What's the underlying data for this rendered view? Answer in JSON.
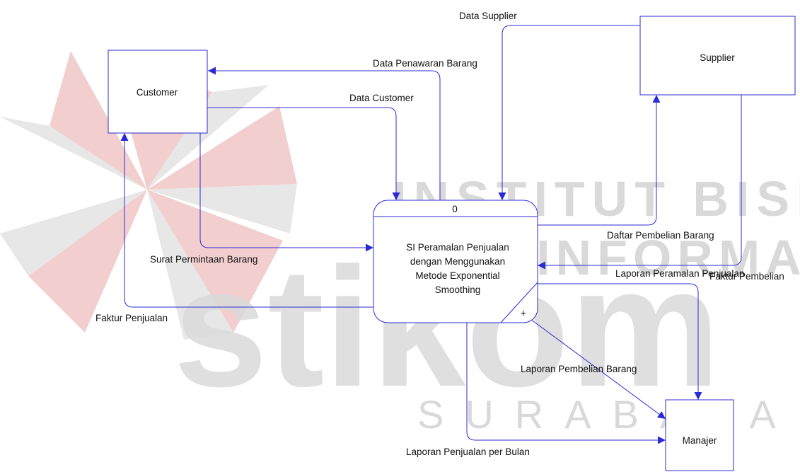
{
  "watermark": {
    "line1": "INSTITUT BISNIS",
    "line2": "DAN INFORMATIKA",
    "brand": "stikom",
    "city": "SURABAYA"
  },
  "entities": {
    "customer": "Customer",
    "supplier": "Supplier",
    "manajer": "Manajer"
  },
  "process": {
    "number": "0",
    "lines": [
      "SI Peramalan Penjualan",
      "dengan Menggunakan",
      "Metode Exponential",
      "Smoothing"
    ],
    "marker": "+"
  },
  "flows": {
    "data_supplier": "Data Supplier",
    "data_penawaran_barang": "Data Penawaran Barang",
    "data_customer": "Data Customer",
    "surat_permintaan_barang": "Surat Permintaan Barang",
    "faktur_penjualan": "Faktur Penjualan",
    "daftar_pembelian_barang": "Daftar Pembelian Barang",
    "faktur_pembelian": "Faktur Pembelian",
    "laporan_peramalan_penjualan": "Laporan Peramalan Penjualan",
    "laporan_pembelian_barang": "Laporan Pembelian Barang",
    "laporan_penjualan_per_bulan": "Laporan Penjualan per Bulan"
  },
  "colors": {
    "line": "#2b2bd6",
    "watermark_red": "#e8a7a7",
    "watermark_gray": "#d4d4d4"
  }
}
